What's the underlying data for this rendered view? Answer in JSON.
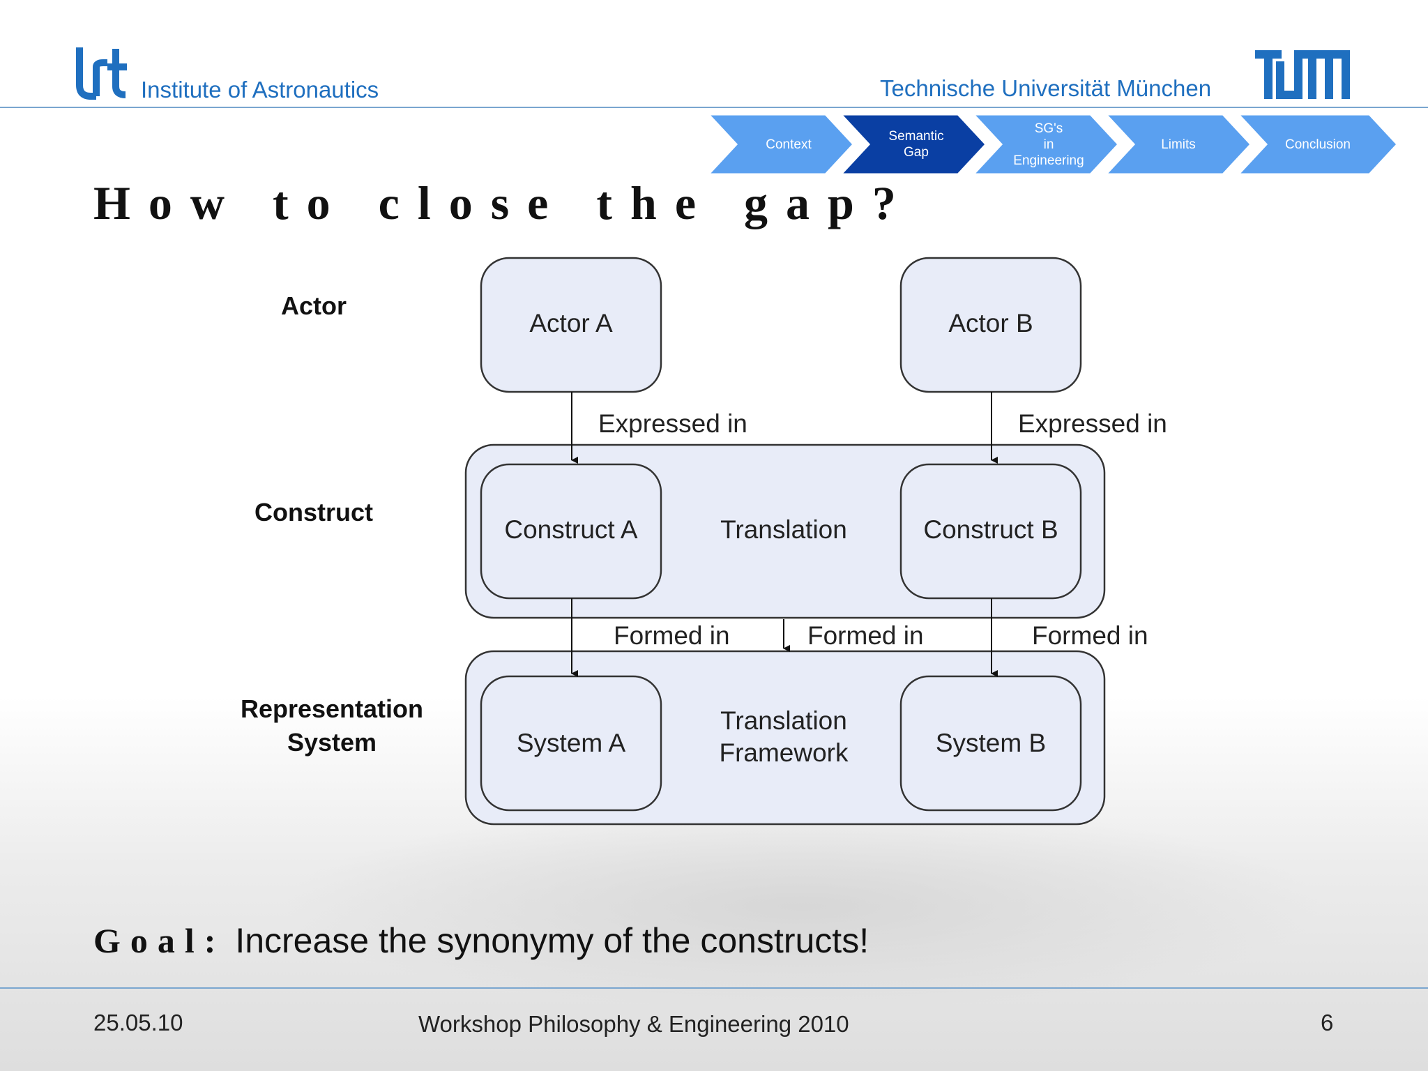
{
  "header": {
    "institute": "Institute of Astronautics",
    "university": "Technische Universität München"
  },
  "nav": {
    "steps": [
      {
        "label": "Context",
        "active": false
      },
      {
        "label": "Semantic Gap",
        "active": true
      },
      {
        "label": "SG's in Engineering",
        "active": false
      },
      {
        "label": "Limits",
        "active": false
      },
      {
        "label": "Conclusion",
        "active": false
      }
    ],
    "colors": {
      "inactive": "#5aa0f0",
      "active": "#0a3fa3"
    }
  },
  "slide": {
    "title": "How to close the gap?"
  },
  "diagram": {
    "row_labels": {
      "actor": "Actor",
      "construct": "Construct",
      "representation_line1": "Representation",
      "representation_line2": "System"
    },
    "nodes": {
      "actor_a": "Actor A",
      "actor_b": "Actor B",
      "construct_a": "Construct A",
      "construct_b": "Construct B",
      "translation": "Translation",
      "system_a": "System A",
      "system_b": "System B",
      "framework_line1": "Translation",
      "framework_line2": "Framework"
    },
    "edges": {
      "expressed_a": "Expressed in",
      "expressed_b": "Expressed in",
      "formed_a": "Formed in",
      "formed_mid": "Formed in",
      "formed_b": "Formed in"
    },
    "colors": {
      "box_fill": "#e8ecf8",
      "stroke": "#333333"
    }
  },
  "goal": {
    "key": "Goal:",
    "text": " Increase the synonymy of the constructs!"
  },
  "footer": {
    "date": "25.05.10",
    "title": "Workshop Philosophy & Engineering 2010",
    "page": "6"
  }
}
